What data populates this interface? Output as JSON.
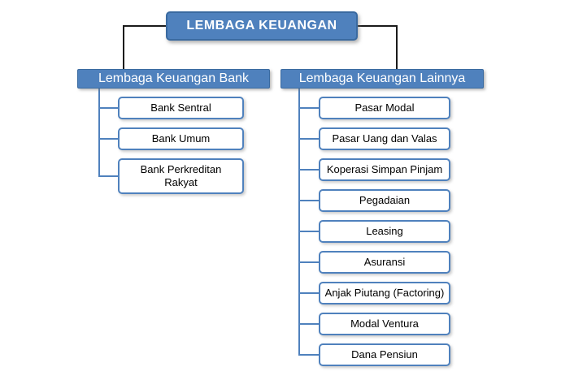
{
  "root": {
    "label": "LEMBAGA KEUANGAN"
  },
  "branches": [
    {
      "label": "Lembaga Keuangan Bank",
      "items": [
        "Bank Sentral",
        "Bank Umum",
        "Bank Perkreditan Rakyat"
      ]
    },
    {
      "label": "Lembaga Keuangan Lainnya",
      "items": [
        "Pasar Modal",
        "Pasar Uang dan Valas",
        "Koperasi Simpan Pinjam",
        "Pegadaian",
        "Leasing",
        "Asuransi",
        "Anjak Piutang (Factoring)",
        "Modal Ventura",
        "Dana Pensiun"
      ]
    }
  ],
  "colors": {
    "accent_blue": "#4f81bd",
    "border_blue": "#3a6aa0",
    "connector_black": "#1a1a1a"
  }
}
